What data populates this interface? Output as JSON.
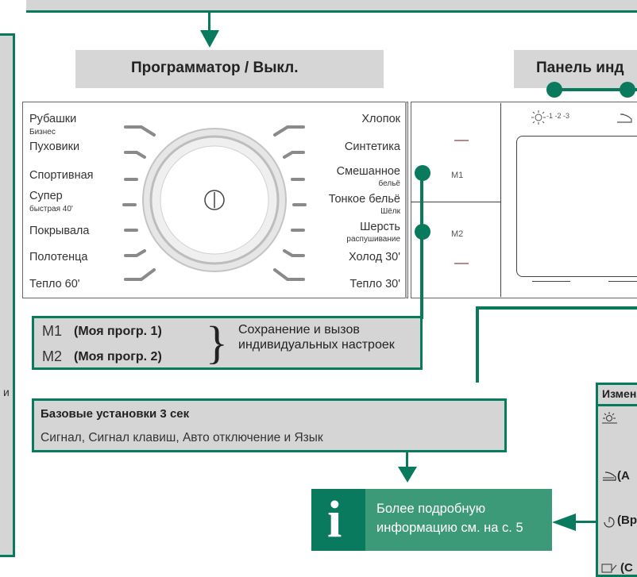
{
  "headers": {
    "programmer": "Программатор / Выкл.",
    "indicator_panel": "Панель инд"
  },
  "programs_left": [
    {
      "label": "Рубашки",
      "sub": "Бизнес"
    },
    {
      "label": "Пуховики",
      "sub": ""
    },
    {
      "label": "Спортивная",
      "sub": ""
    },
    {
      "label": "Супер",
      "sub": "быстрая 40'"
    },
    {
      "label": "Покрывала",
      "sub": ""
    },
    {
      "label": "Полотенца",
      "sub": ""
    },
    {
      "label": "Тепло 60'",
      "sub": ""
    }
  ],
  "programs_right": [
    {
      "label": "Хлопок",
      "sub": ""
    },
    {
      "label": "Синтетика",
      "sub": ""
    },
    {
      "label": "Смешанное",
      "sub": "бельё"
    },
    {
      "label": "Тонкое бельё",
      "sub": "Шёлк"
    },
    {
      "label": "Шерсть",
      "sub": "распушивание"
    },
    {
      "label": "Холод 30'",
      "sub": ""
    },
    {
      "label": "Тепло 30'",
      "sub": ""
    }
  ],
  "panel": {
    "m1": "M1",
    "m2": "M2",
    "brightness": "-1 -2 -3"
  },
  "memory": {
    "m1_label": "(Моя прогр. 1)",
    "m2_label": "(Моя прогр. 2)",
    "description": "Сохранение и вызов индивидуальных настроек"
  },
  "basic": {
    "title": "Базовые установки 3 сек",
    "body": "Сигнал, Сигнал клавиш, Авто отключение и Язык"
  },
  "info": {
    "icon": "i",
    "text": "Более подробную информацию см. на с. 5"
  },
  "change_panel": {
    "title": "Измен",
    "rows": [
      "(А",
      "(Вр",
      "(С"
    ]
  },
  "left_fragment": "и",
  "colors": {
    "accent": "#0a7a5e",
    "gray": "#d5d5d5",
    "info_bg": "#3d9a78"
  }
}
